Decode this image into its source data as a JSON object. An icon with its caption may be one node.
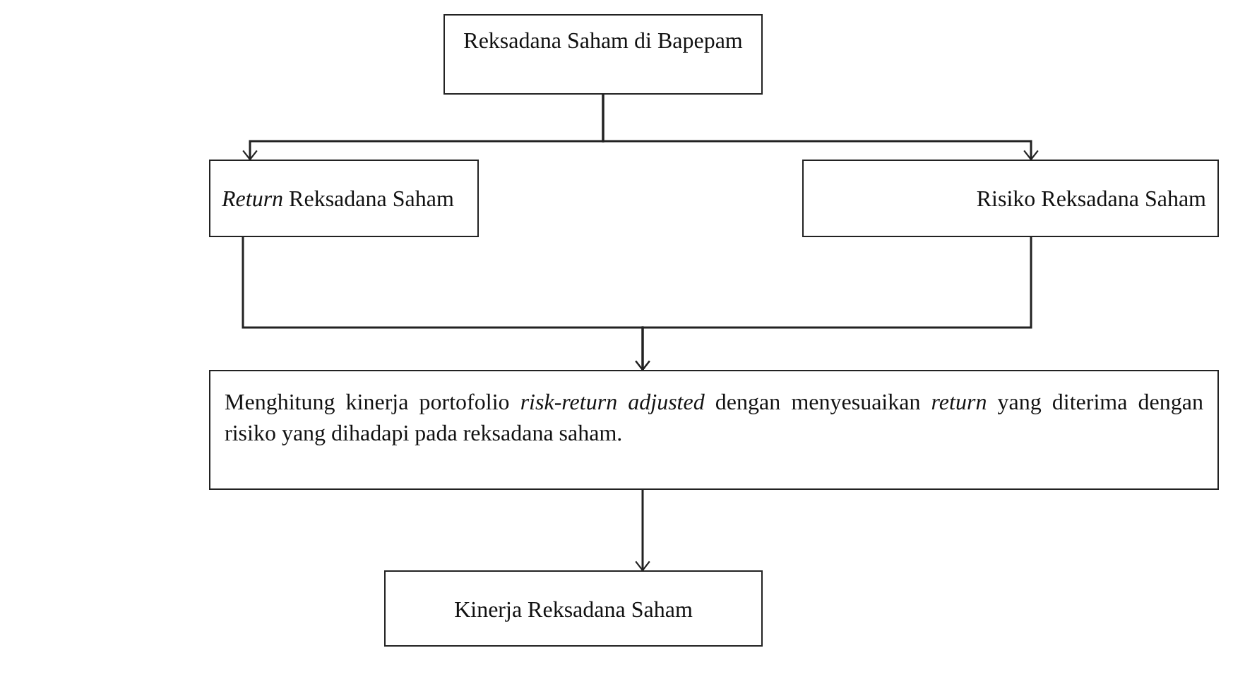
{
  "diagram": {
    "nodes": [
      {
        "text": [
          "Reksadana Saham di Bapepam"
        ]
      },
      {
        "text": [
          "*Return* Reksadana Saham"
        ]
      },
      {
        "text": [
          "Risiko Reksadana Saham"
        ]
      },
      {
        "text": [
          "Menghitung kinerja portofolio *risk-return adjusted* dengan menyesuaikan *return* yang diterima dengan risiko yang dihadapi pada reksadana saham."
        ]
      },
      {
        "text": [
          "Kinerja Reksadana Saham"
        ]
      }
    ],
    "edges": [
      {
        "from": 0,
        "to": 1,
        "arrow": "to"
      },
      {
        "from": 0,
        "to": 2,
        "arrow": "to"
      },
      {
        "from": 1,
        "to": 3,
        "arrow": "to"
      },
      {
        "from": 2,
        "to": 3,
        "arrow": "to"
      },
      {
        "from": 3,
        "to": 4,
        "arrow": "to"
      }
    ]
  }
}
